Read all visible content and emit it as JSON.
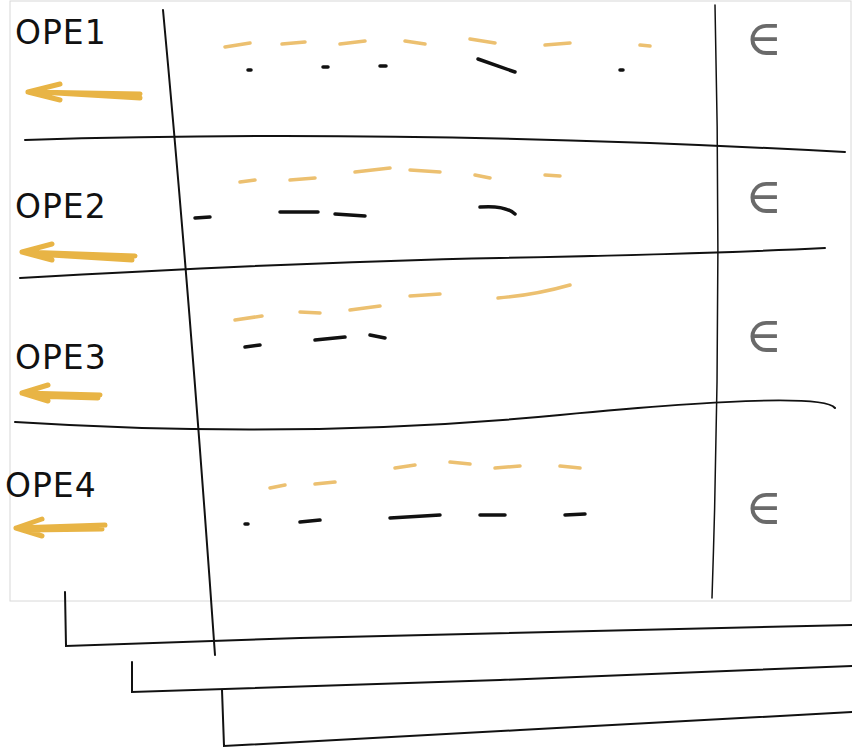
{
  "diagram": {
    "nodes": [
      {
        "text": [
          "OPE1",
          "∈"
        ]
      },
      {
        "text": [
          "OPE2",
          "∈"
        ]
      },
      {
        "text": [
          "OPE3",
          "∈"
        ]
      },
      {
        "text": [
          "OPE4",
          "∈"
        ]
      }
    ]
  }
}
